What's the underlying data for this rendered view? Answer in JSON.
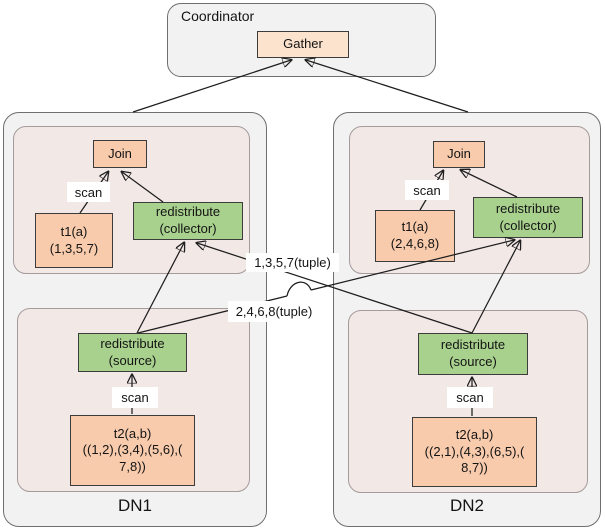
{
  "coordinator": {
    "label": "Coordinator",
    "gather_label": "Gather"
  },
  "dn1": {
    "label": "DN1",
    "join_label": "Join",
    "scan_upper": "scan",
    "t1_label": "t1(a)\n(1,3,5,7)",
    "collector_label": "redistribute\n(collector)",
    "source_label": "redistribute\n(source)",
    "scan_lower": "scan",
    "t2_label": "t2(a,b)\n((1,2),(3,4),(5,6),(\n7,8))"
  },
  "dn2": {
    "label": "DN2",
    "join_label": "Join",
    "scan_upper": "scan",
    "t1_label": "t1(a)\n(2,4,6,8)",
    "collector_label": "redistribute\n(collector)",
    "source_label": "redistribute\n(source)",
    "scan_lower": "scan",
    "t2_label": "t2(a,b)\n((2,1),(4,3),(6,5),(\n8,7))"
  },
  "flow_labels": {
    "tuples_to_dn1": "1,3,5,7(tuple)",
    "tuples_to_dn2": "2,4,6,8(tuple)"
  },
  "colors": {
    "operator_node": "#f8cbad",
    "gather_node": "#fbe3cd",
    "redistribute_node": "#a9d18e",
    "node_container": "#f2f2f2",
    "plan_group": "#f2e8e6"
  }
}
